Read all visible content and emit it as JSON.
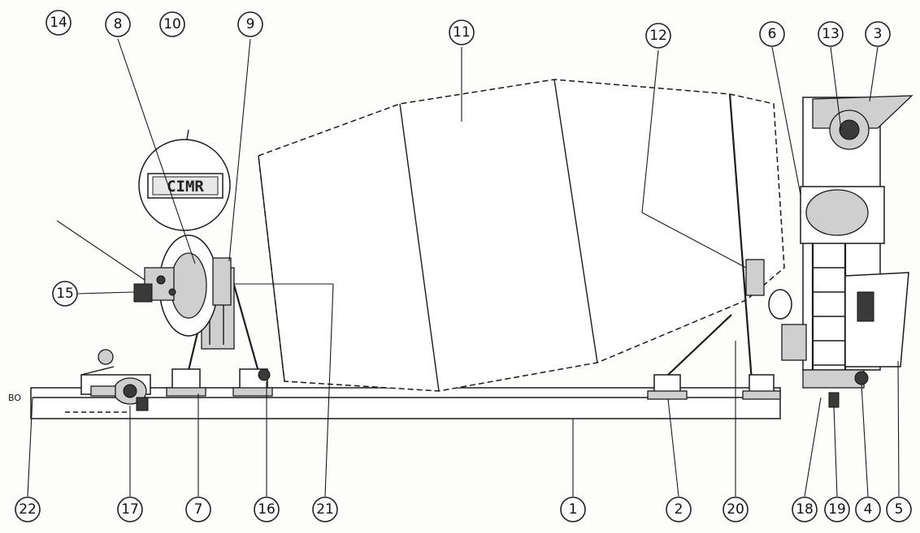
{
  "callouts": [
    {
      "id": "c14",
      "label": "14"
    },
    {
      "id": "c8",
      "label": "8"
    },
    {
      "id": "c10",
      "label": "10"
    },
    {
      "id": "c9",
      "label": "9"
    },
    {
      "id": "c11",
      "label": "11"
    },
    {
      "id": "c12",
      "label": "12"
    },
    {
      "id": "c6",
      "label": "6"
    },
    {
      "id": "c13",
      "label": "13"
    },
    {
      "id": "c3",
      "label": "3"
    },
    {
      "id": "c15",
      "label": "15"
    },
    {
      "id": "c22",
      "label": "22"
    },
    {
      "id": "c17",
      "label": "17"
    },
    {
      "id": "c7",
      "label": "7"
    },
    {
      "id": "c16",
      "label": "16"
    },
    {
      "id": "c21",
      "label": "21"
    },
    {
      "id": "c1",
      "label": "1"
    },
    {
      "id": "c2",
      "label": "2"
    },
    {
      "id": "c20",
      "label": "20"
    },
    {
      "id": "c18",
      "label": "18"
    },
    {
      "id": "c19",
      "label": "19"
    },
    {
      "id": "c4",
      "label": "4"
    },
    {
      "id": "c5",
      "label": "5"
    }
  ],
  "detail": {
    "meter_text": "CIMR",
    "left_end_tag": "BO"
  }
}
